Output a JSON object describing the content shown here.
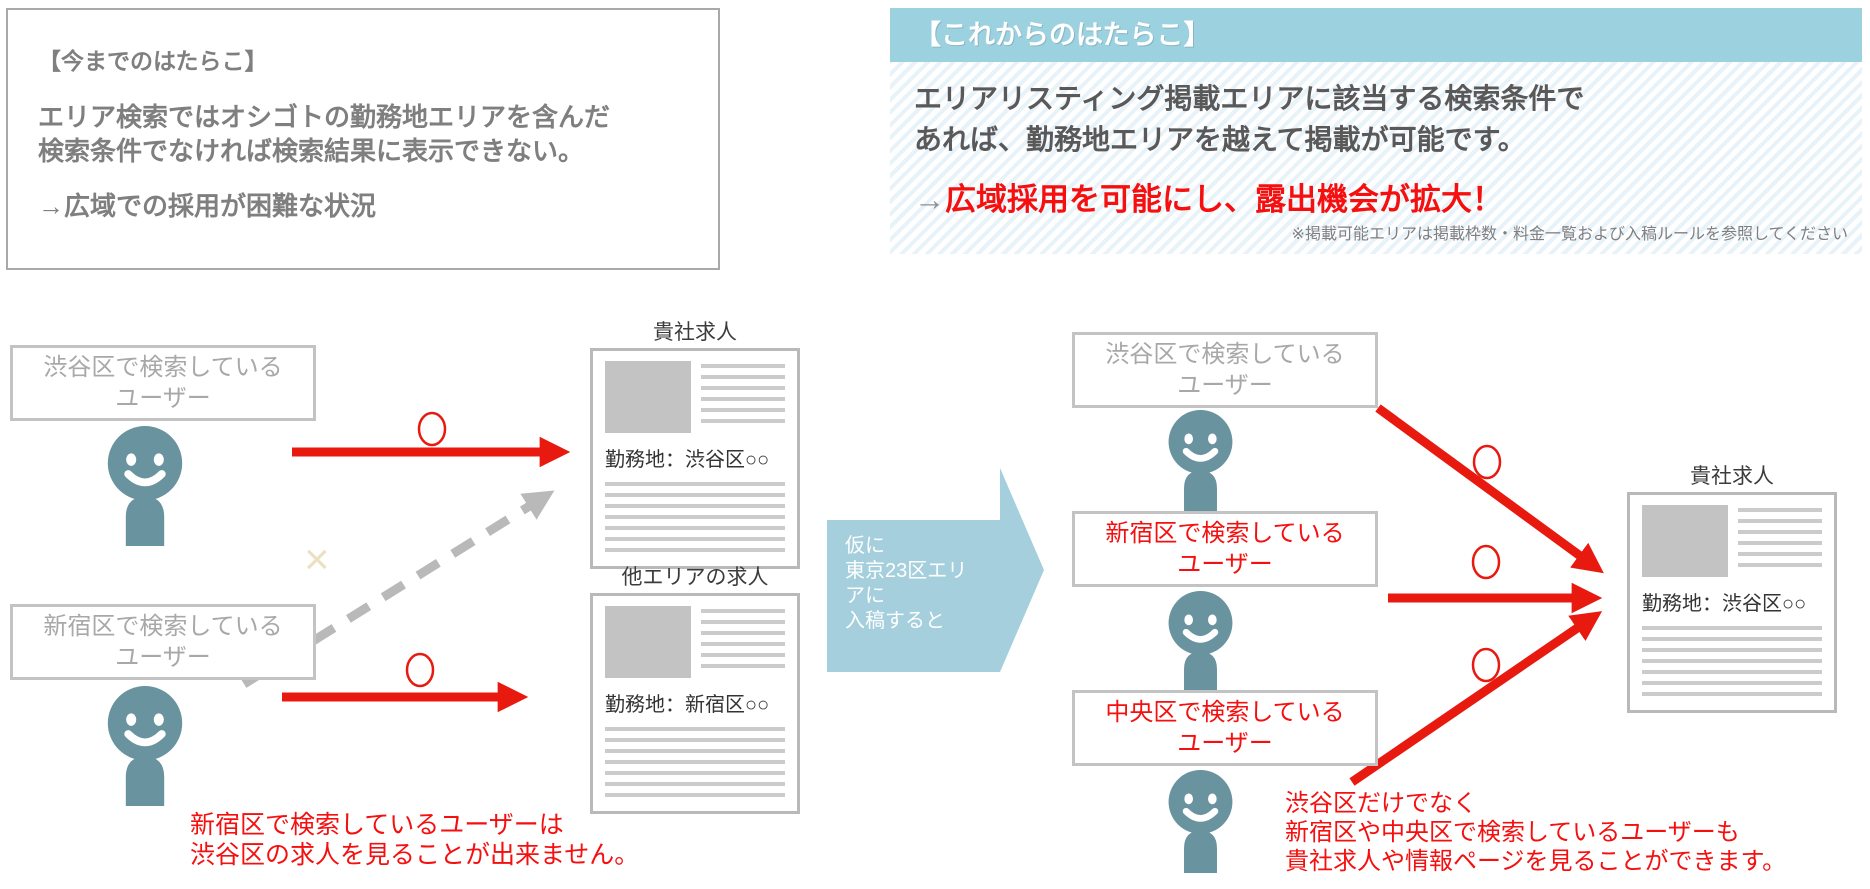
{
  "panel_before": {
    "title": "【今までのはたらこ】",
    "body": "エリア検索ではオシゴトの勤務地エリアを含んだ\n検索条件でなければ検索結果に表示できない。",
    "conclusion": "→広域での採用が困難な状況"
  },
  "panel_after": {
    "title": "【これからのはたらこ】",
    "body": "エリアリスティング掲載エリアに該当する検索条件で\nあれば、勤務地エリアを越えて掲載が可能です。",
    "conclusion_arrow": "→",
    "conclusion": "広域採用を可能にし、露出機会が拡大！",
    "note": "※掲載可能エリアは掲載枠数・料金一覧および入稿ルールを参照してください"
  },
  "before_diagram": {
    "user_shibuya": "渋谷区で検索している\nユーザー",
    "user_shinjuku": "新宿区で検索している\nユーザー",
    "card_own": {
      "label": "貴社求人",
      "location": "勤務地：渋谷区○○"
    },
    "card_other": {
      "label": "他エリアの求人",
      "location": "勤務地：新宿区○○"
    },
    "marks": {
      "allow": "○",
      "deny": "×"
    },
    "caption": "新宿区で検索しているユーザーは\n渋谷区の求人を見ることが出来ません。"
  },
  "transition_arrow": {
    "text": "仮に\n東京23区エリ\nアに\n入稿すると"
  },
  "after_diagram": {
    "user_shibuya": "渋谷区で検索している\nユーザー",
    "user_shinjuku": "新宿区で検索している\nユーザー",
    "user_chuo": "中央区で検索している\nユーザー",
    "card_own": {
      "label": "貴社求人",
      "location": "勤務地：渋谷区○○"
    },
    "marks": {
      "allow": "○"
    },
    "caption": "渋谷区だけでなく\n新宿区や中央区で検索しているユーザーも\n貴社求人や情報ページを見ることができます。"
  },
  "colors": {
    "accent_teal": "#9cd1e0",
    "transition_arrow_blue": "#a5cfdc",
    "person_icon": "#6a93a0",
    "arrow_red": "#e8190f",
    "text_red": "#f50f0f",
    "text_gray": "#7f7f7f",
    "text_dark": "#595959"
  }
}
